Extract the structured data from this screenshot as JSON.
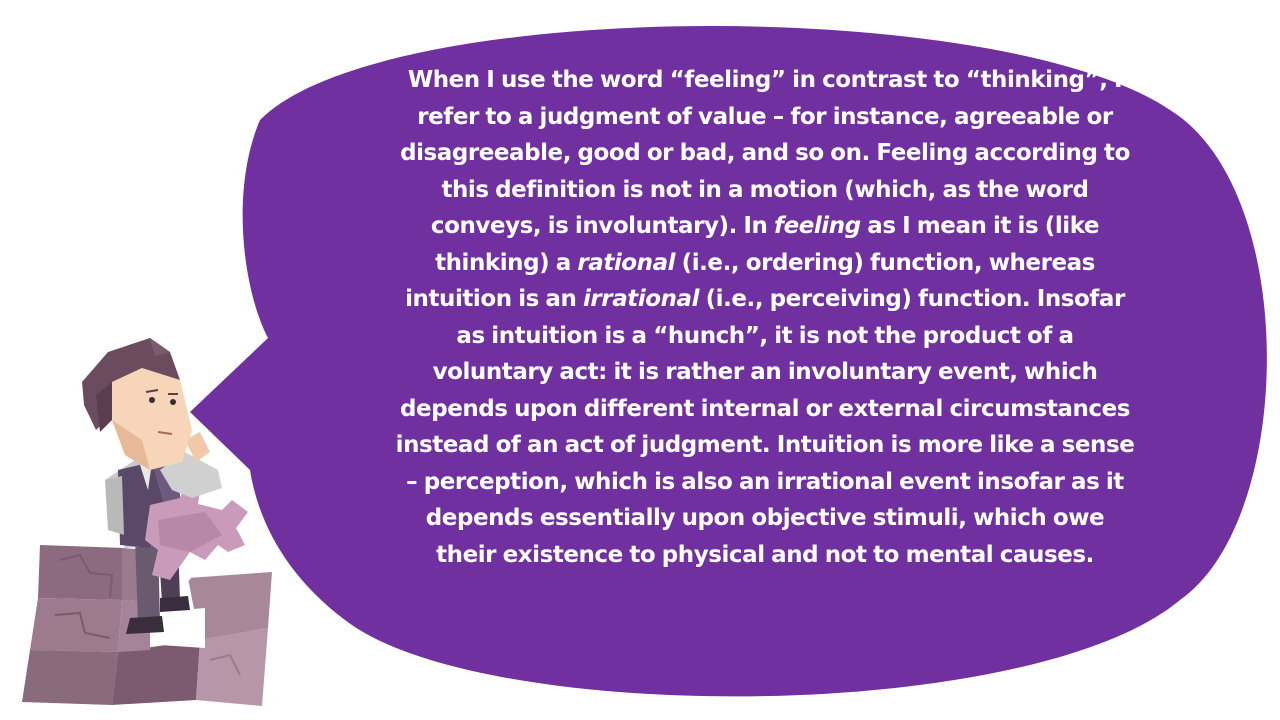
{
  "colors": {
    "bubble": "#7030a0",
    "text": "#ffffff",
    "puzzle": "#9e7a8e",
    "suit": "#6a4a6a"
  },
  "icons": {
    "illustration": "thinking-man-on-puzzle-icon"
  },
  "quote": {
    "p1": "When I use the word “feeling” in contrast to “thinking”, I refer to a judgment of value – for instance, agreeable or disagreeable, good or bad, and so on. Feeling according to this definition is not in a motion (which, as the word conveys, is involuntary). In ",
    "em1": "feeling",
    "p2": " as I mean it is (like thinking) a ",
    "em2": "rational",
    "p3": " (i.e., ordering) function, whereas intuition is an ",
    "em3": "irrational",
    "p4": " (i.e., perceiving) function. Insofar as intuition is a “hunch”, it is not the product of a voluntary act: it is rather an involuntary event, which depends upon different internal or external circumstances instead of an act of judgment. Intuition is more like a sense – perception, which is also an irrational event insofar as it depends essentially upon objective stimuli, which owe their existence to physical and not to mental causes."
  }
}
